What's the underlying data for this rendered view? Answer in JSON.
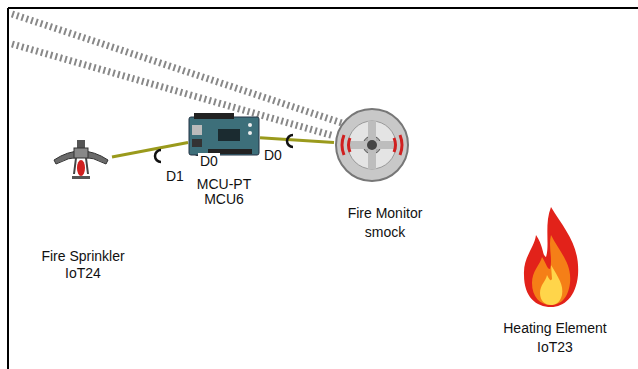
{
  "diagram": {
    "nodes": [
      {
        "text": [
          "Fire Sprinkler",
          "IoT24"
        ]
      },
      {
        "text": [
          "MCU-PT",
          "MCU6"
        ]
      },
      {
        "text": [
          "Fire Monitor",
          "smock"
        ]
      },
      {
        "text": [
          "Heating Element",
          "IoT23"
        ]
      }
    ],
    "edges": [
      {
        "from": 0,
        "to": 1,
        "arrow": "none"
      },
      {
        "from": 1,
        "to": 2,
        "arrow": "none"
      }
    ],
    "labels": [
      "D1",
      "D0",
      "D0"
    ]
  }
}
